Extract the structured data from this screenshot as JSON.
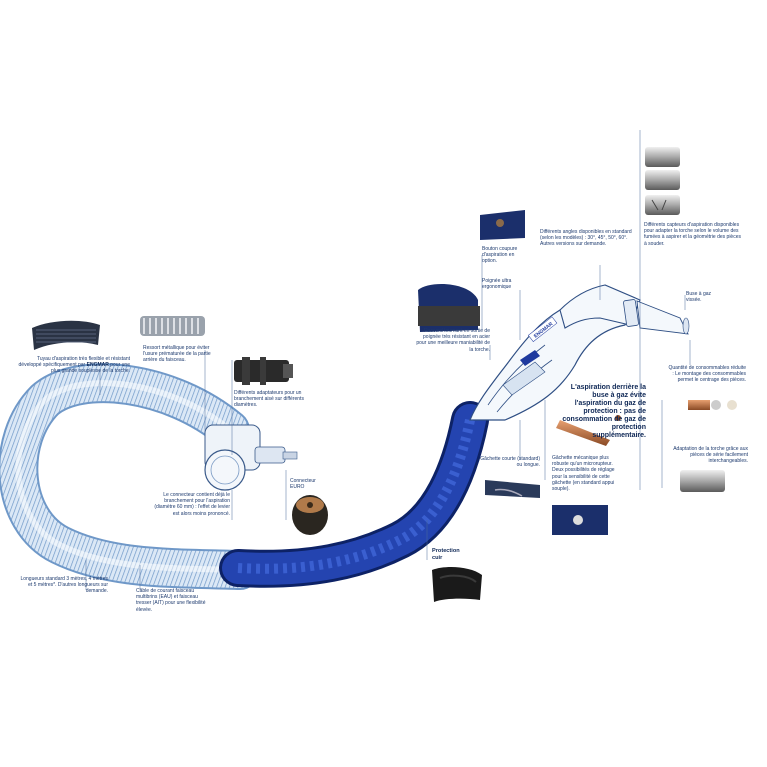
{
  "callouts": {
    "hose": {
      "before": "Tuyau d'aspiration très flexible et résistant développé spécifiquement par ",
      "brand": "ENGMAR",
      "after": " pour une plus grande souplesse de la torche."
    },
    "spring": "Ressort métallique pour éviter l'usure prématurée de la partie arrière du faisceau.",
    "adapters": "Différents adaptateurs pour un branchement aisé sur différents diamètres.",
    "connector_note": "Le connecteur contient déjà le branchement pour l'aspiration (diamètre 60 mm) : l'effet de levier est alors moins prononcé.",
    "euro": "Connecteur EURO",
    "lengths": "Longueurs standard 3 mètres, 4 mètres et 5 mètres*. D'autres longueurs sur demande.",
    "cable": "Câble de courant faisceau multibrins (EAU) et faisceau tresser (AIT) pour une flexibilité élevée.",
    "protection": "Protection cuir",
    "suction_button": "Bouton coupure d'aspiration en option.",
    "handle": "Poignée ultra ergonomique",
    "swivel": "Raccord tournant en sortie de poignée très résistant en acier pour une meilleure maniabilité de la torche.",
    "angles": "Différents angles disponibles en standard (selon les modèles) : 30°, 45°, 50°, 60°. Autres versions sur demande.",
    "capteurs": "Différents capteurs d'aspiration disponibles pour adapter la torche selon le volume des fumées à aspirer et la géométrie des pièces à souder.",
    "nozzle": "Buse à gaz vissée.",
    "consumables": "Quantité de consommables réduite : Le montage des consommables permet le centrage des pièces.",
    "highlight": "L'aspiration derrière la buse à gaz évite l'aspiration du gaz de protection : pas de consommation de gaz de protection supplémentaire.",
    "trigger": "Gâchette courte (standard) ou longue.",
    "mechanical_trigger": "Gâchette mécanique plus robuste qu'un microrupteur. Deux possibilités de réglage pour la sensibilité de cette gâchette (en standard appui souple).",
    "adaptation": "Adaptation de la torche grâce aux pièces de série facilement interchangeables."
  },
  "logo_text": "ENGMAR",
  "colors": {
    "hose": "#8fb3d9",
    "sleeve": "#1f3a9e",
    "label": "#1d3a6e",
    "leader": "#4a6a9a"
  }
}
